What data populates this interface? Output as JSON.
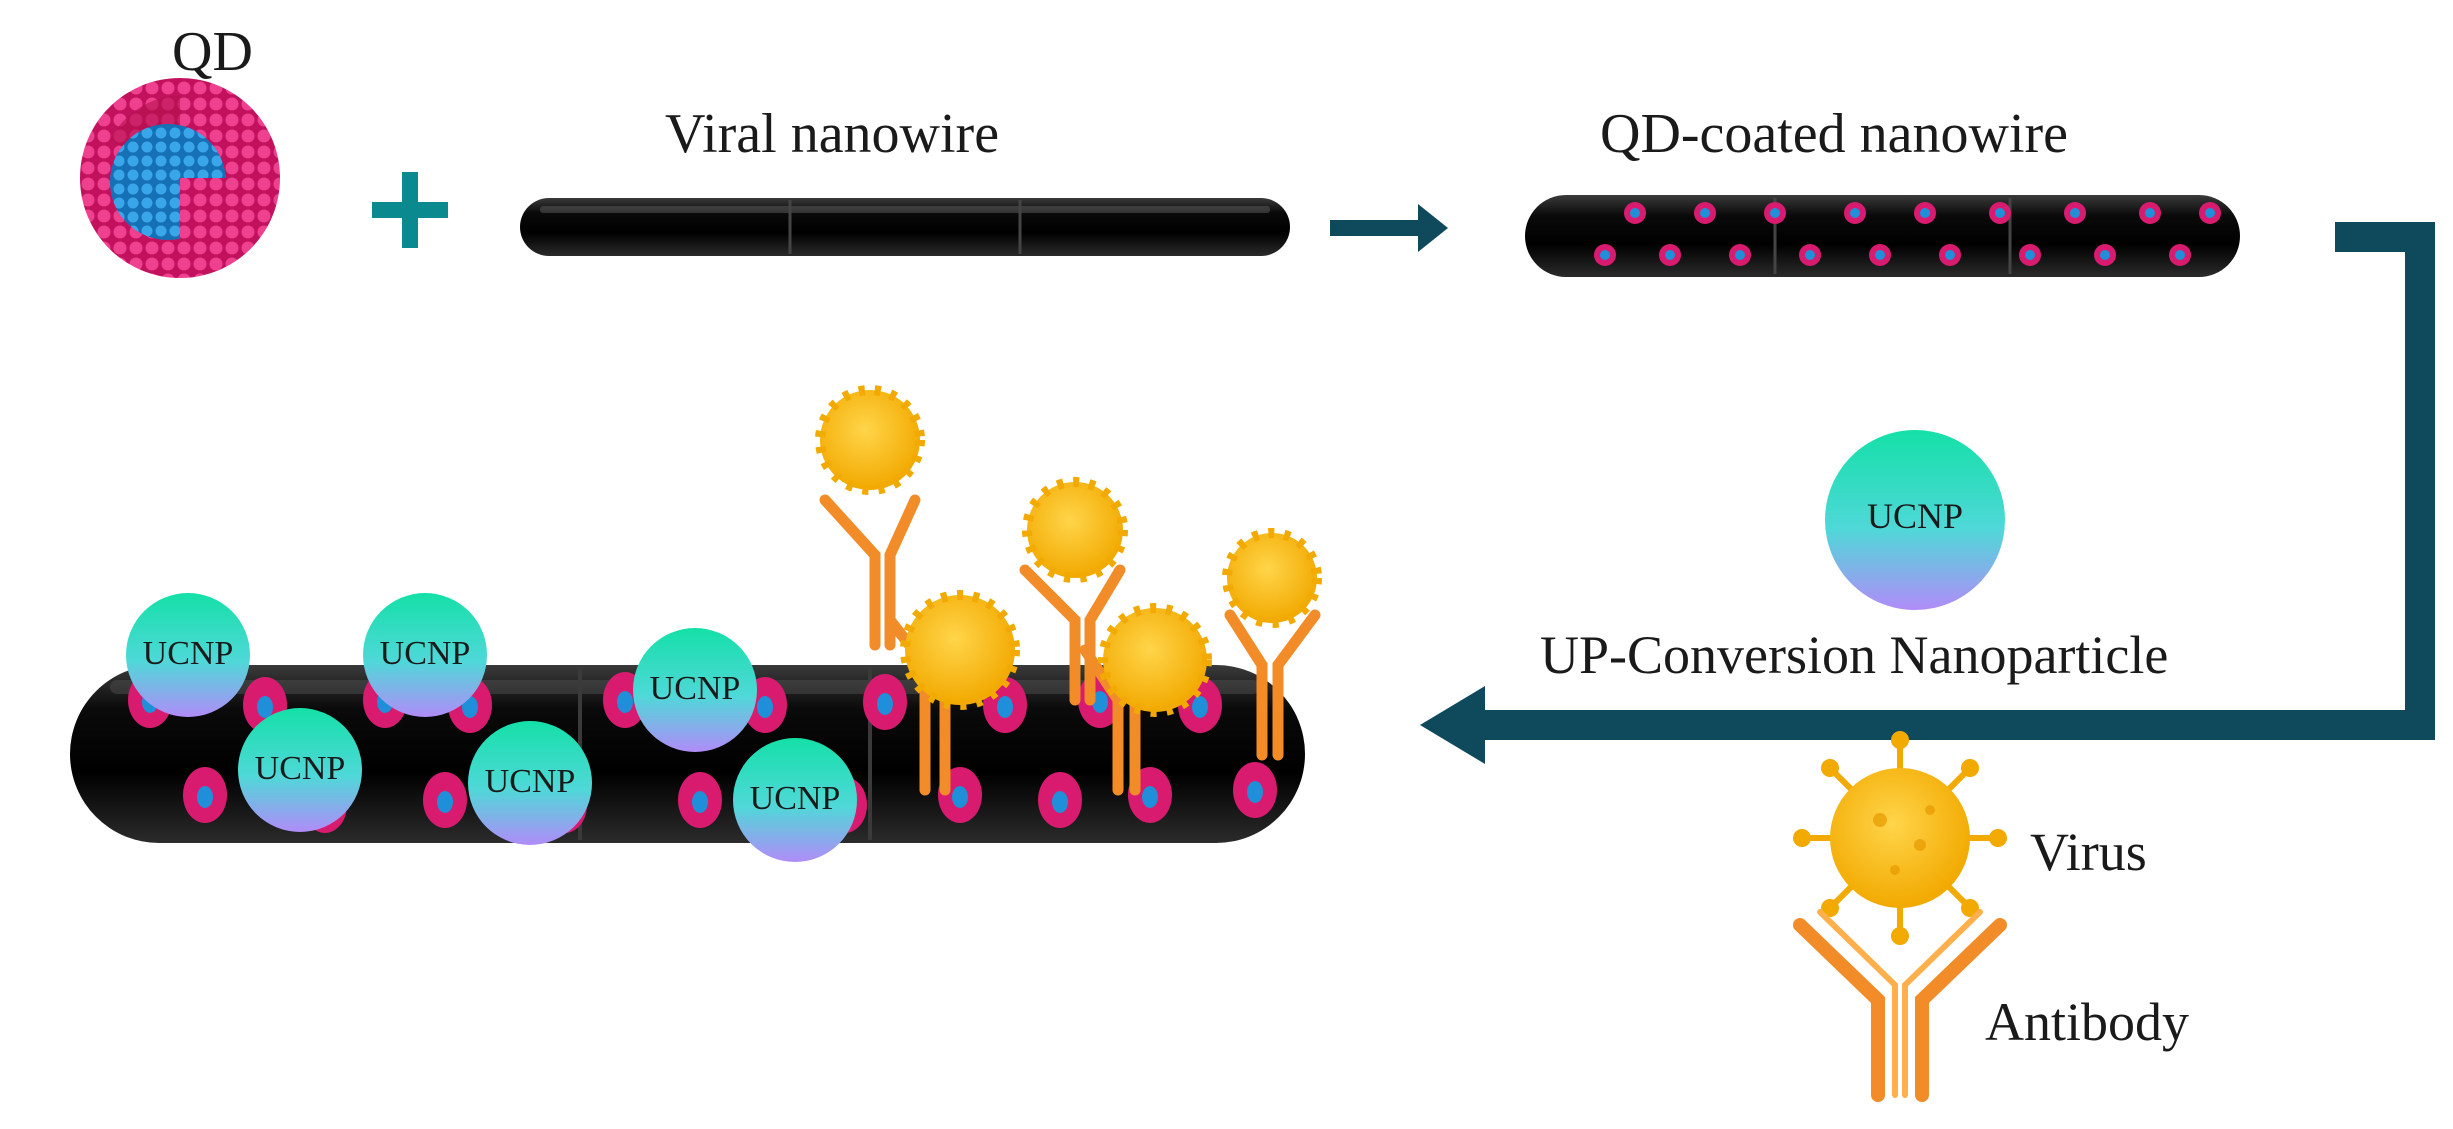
{
  "labels": {
    "qd": "QD",
    "viral_nanowire": "Viral nanowire",
    "qd_coated_nanowire": "QD-coated nanowire",
    "ucnp": "UCNP",
    "upconversion": "UP-Conversion Nanoparticle",
    "virus": "Virus",
    "antibody": "Antibody"
  },
  "colors": {
    "arrow": "#0f4a5c",
    "plus": "#0a8a8f",
    "nanowire": "#0b0b0b",
    "qd_shell": "#d81b6f",
    "qd_core": "#1e8fd8",
    "ucnp_top": "#19e0b0",
    "ucnp_bottom": "#a78bfa",
    "virus": "#f5b800",
    "antibody": "#f28c28"
  },
  "icons": {
    "quantum_dot": "quantum-dot-icon",
    "plus": "plus-icon",
    "nanowire": "nanowire-icon",
    "arrow": "flow-arrow-icon",
    "ucnp": "ucnp-sphere-icon",
    "virus": "virus-icon",
    "antibody": "antibody-icon"
  }
}
